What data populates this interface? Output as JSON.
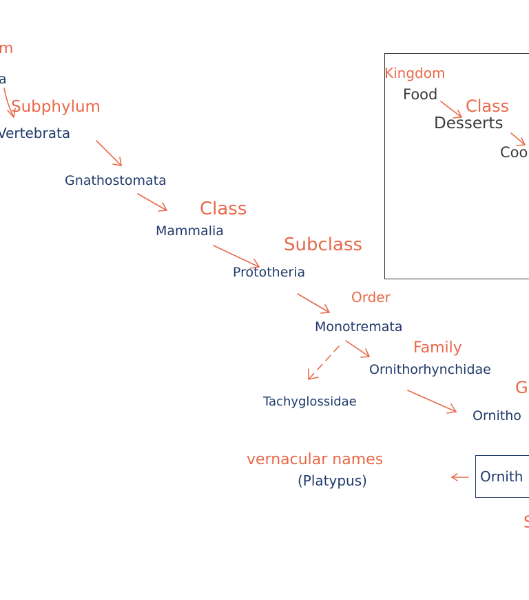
{
  "colors": {
    "rank": "#e8694a",
    "taxon": "#1f3a6b",
    "inset": "#3a3a3a"
  },
  "ranks": {
    "top_fragment": "m",
    "subphylum": "Subphylum",
    "class": "Class",
    "subclass": "Subclass",
    "order": "Order",
    "family": "Family",
    "genus_fragment": "G",
    "species_fragment": "S",
    "vernacular": "vernacular names"
  },
  "taxa": {
    "phylum_fragment": "a",
    "vertebrata": "Vertebrata",
    "gnathostomata": "Gnathostomata",
    "mammalia": "Mammalia",
    "prototheria": "Prototheria",
    "monotremata": "Monotremata",
    "ornithorhynchidae": "Ornithorhynchidae",
    "tachyglossidae": "Tachyglossidae",
    "genus_fragment": "Ornitho",
    "species_fragment": "Ornith",
    "vernacular_value": "(Platypus)"
  },
  "inset": {
    "kingdom_rank": "Kingdom",
    "kingdom_value": "Food",
    "class_rank": "Class",
    "class_value": "Desserts",
    "next_fragment": "Coo"
  }
}
